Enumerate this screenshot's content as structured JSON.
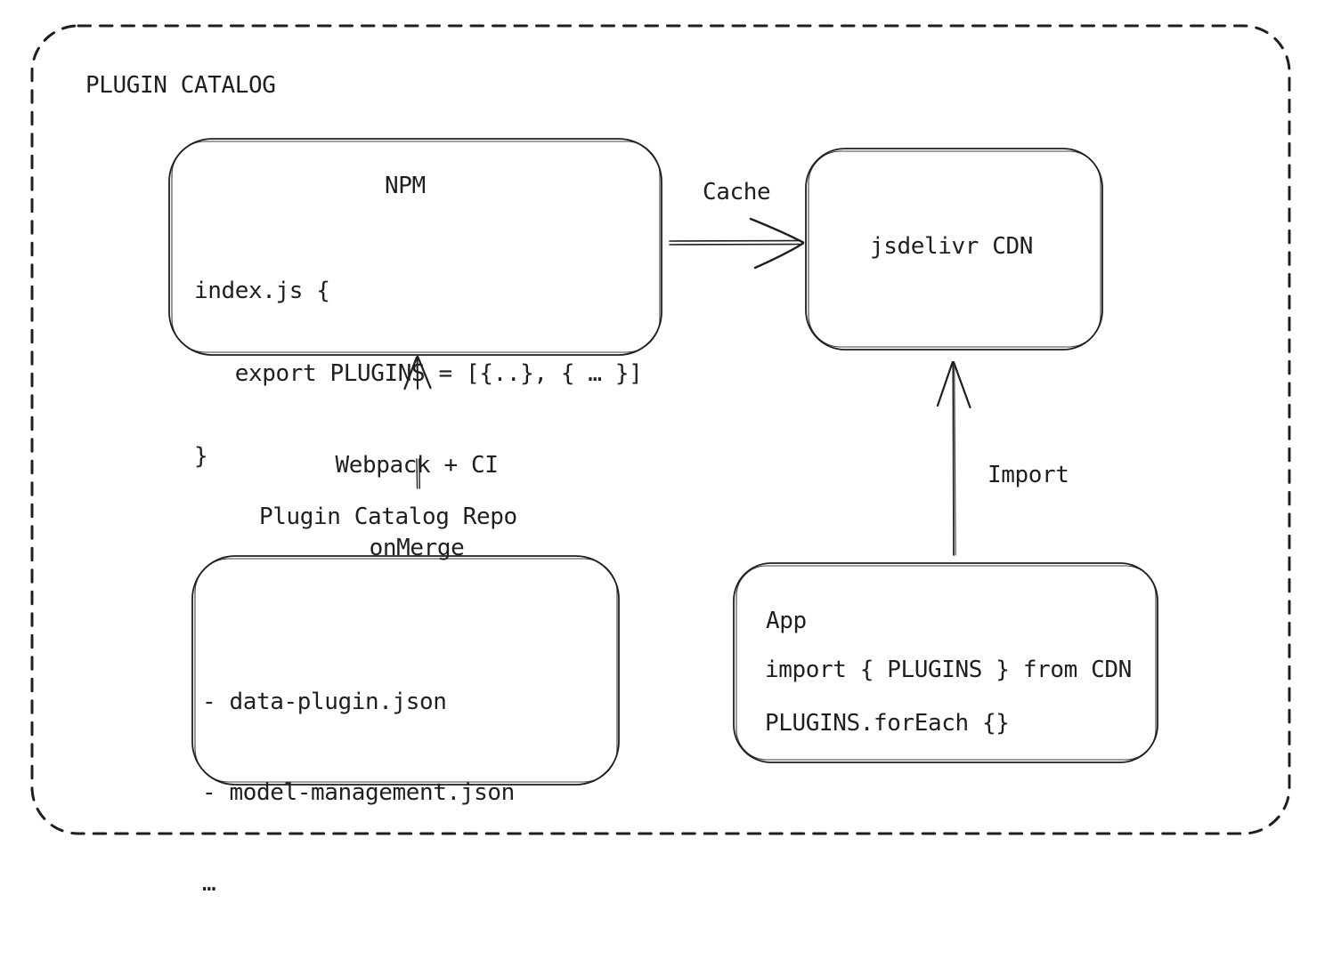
{
  "diagram": {
    "title": "PLUGIN CATALOG",
    "colors": {
      "ink": "#1f1f1f",
      "background": "#ffffff"
    },
    "nodes": {
      "npm": {
        "title": "NPM",
        "code": [
          "index.js {",
          "   export PLUGINS = [{..}, { … }]",
          "}"
        ]
      },
      "cdn": {
        "label": "jsdelivr CDN"
      },
      "repo": {
        "label": "Plugin Catalog Repo",
        "items": [
          "- data-plugin.json",
          "- model-management.json",
          "…"
        ]
      },
      "app": {
        "title": "App",
        "code": [
          "import { PLUGINS } from CDN",
          "PLUGINS.forEach {}"
        ]
      }
    },
    "edges": {
      "cache": {
        "label": "Cache",
        "from": "NPM",
        "to": "jsdelivr CDN"
      },
      "build": {
        "label_line1": "Webpack + CI",
        "label_line2": "onMerge",
        "from": "Plugin Catalog Repo",
        "to": "NPM"
      },
      "import": {
        "label": "Import",
        "from": "App",
        "to": "jsdelivr CDN"
      }
    }
  }
}
